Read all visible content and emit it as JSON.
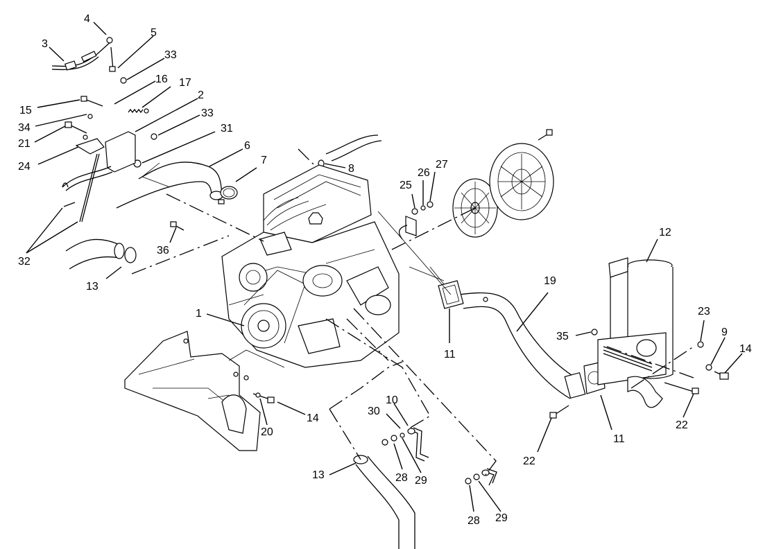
{
  "figure": {
    "callouts": [
      "1",
      "2",
      "3",
      "4",
      "5",
      "6",
      "7",
      "8",
      "9",
      "10",
      "11",
      "11",
      "12",
      "13",
      "13",
      "14",
      "14",
      "15",
      "16",
      "17",
      "19",
      "20",
      "21",
      "22",
      "22",
      "23",
      "24",
      "25",
      "26",
      "27",
      "28",
      "28",
      "29",
      "29",
      "30",
      "31",
      "32",
      "33",
      "33",
      "34",
      "35",
      "36"
    ]
  }
}
